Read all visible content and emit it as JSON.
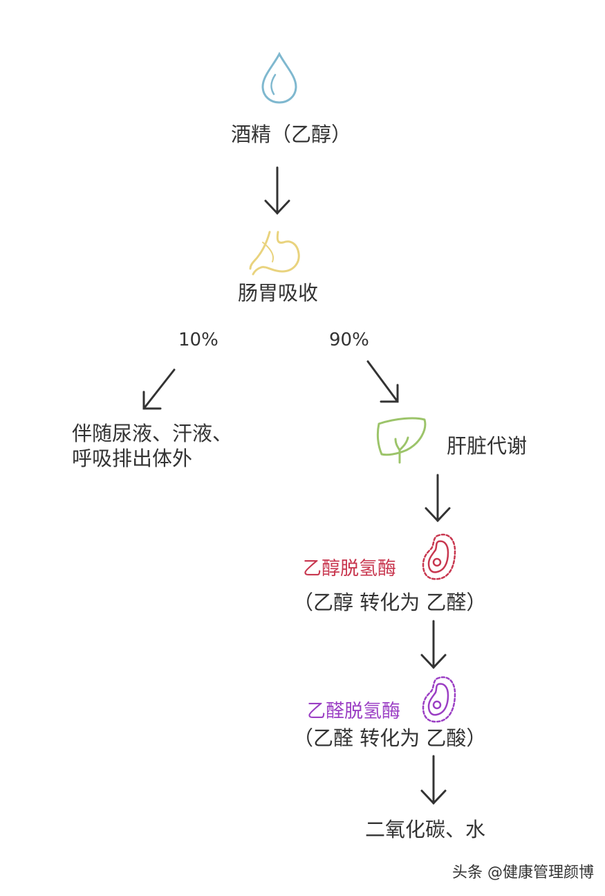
{
  "nodes": {
    "alcohol": "酒精（乙醇）",
    "absorb": "肠胃吸收",
    "pct_left": "10%",
    "pct_right": "90%",
    "excrete_line1": "伴随尿液、汗液、",
    "excrete_line2": "呼吸排出体外",
    "liver": "肝脏代谢",
    "adh": "乙醇脱氢酶",
    "adh_desc": "（乙醇 转化为 乙醛）",
    "aldh": "乙醛脱氢酶",
    "aldh_desc": "（乙醛 转化为 乙酸）",
    "final": "二氧化碳、水"
  },
  "watermark": "头条 @健康管理颜博",
  "colors": {
    "text": "#333333",
    "arrow": "#333333",
    "drop": "#7fb8cf",
    "stomach": "#e9d37e",
    "liver": "#9cc46a",
    "adh": "#c8374f",
    "aldh": "#9b3fc4"
  },
  "icons": [
    "water-drop-icon",
    "stomach-icon",
    "liver-icon",
    "enzyme-cell-icon"
  ]
}
